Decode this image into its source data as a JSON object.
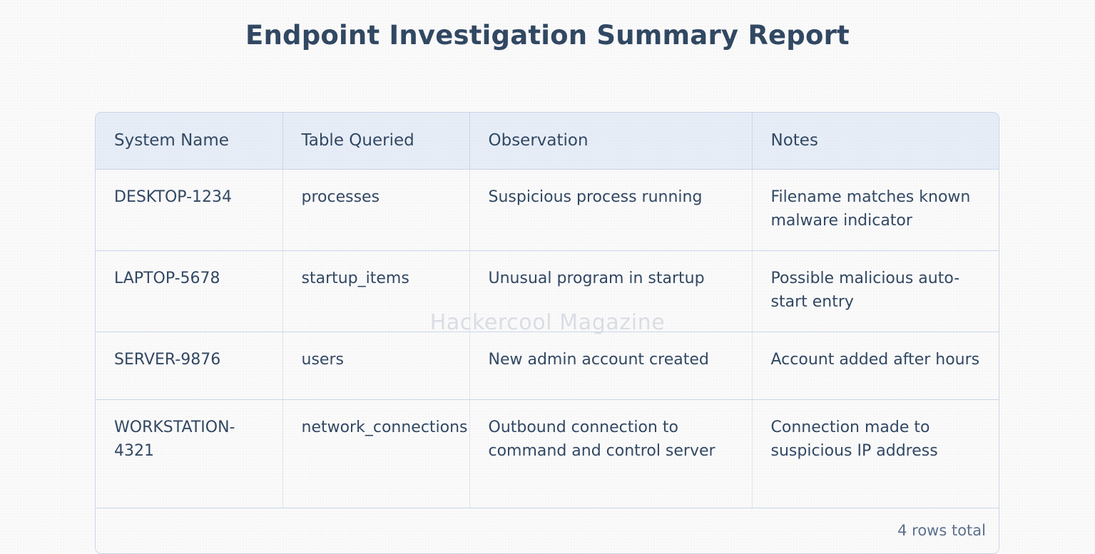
{
  "page": {
    "title": "Endpoint Investigation Summary Report",
    "background_color": "#fbfafa",
    "accent_color": "#2f4661",
    "header_background": "#e7edf7",
    "border_color": "#c9d6ea"
  },
  "watermark": {
    "text": "Hackercool Magazine",
    "color": "#d9dde4"
  },
  "table": {
    "columns": [
      {
        "label": "System Name"
      },
      {
        "label": "Table Queried"
      },
      {
        "label": "Observation"
      },
      {
        "label": "Notes"
      }
    ],
    "rows": [
      {
        "system_name": "DESKTOP-1234",
        "table_queried": "processes",
        "observation": "Suspicious process running",
        "notes": "Filename matches known malware indicator"
      },
      {
        "system_name": "LAPTOP-5678",
        "table_queried": "startup_items",
        "observation": "Unusual program in startup",
        "notes": "Possible malicious auto-start entry"
      },
      {
        "system_name": "SERVER-9876",
        "table_queried": "users",
        "observation": "New admin account created",
        "notes": "Account added after hours"
      },
      {
        "system_name": "WORKSTATION-4321",
        "table_queried": "network_connections",
        "observation": "Outbound connection to command and control server",
        "notes": "Connection made to suspicious IP address"
      }
    ],
    "footer": {
      "row_count_label": "4 rows total"
    }
  }
}
